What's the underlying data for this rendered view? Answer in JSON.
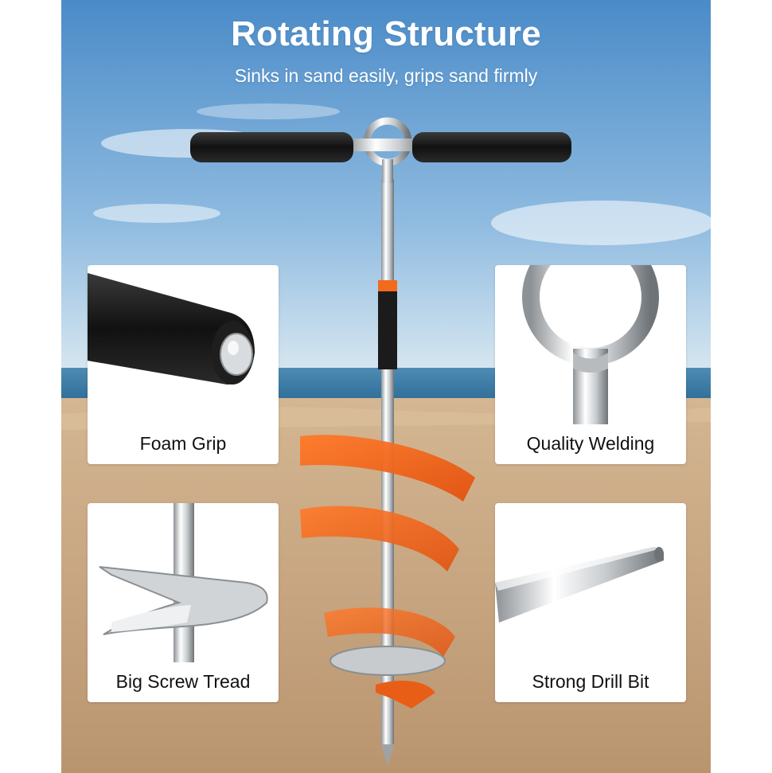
{
  "header": {
    "title": "Rotating Structure",
    "subtitle": "Sinks in sand easily, grips sand firmly"
  },
  "features": [
    {
      "label": "Foam Grip",
      "icon": "foam-grip-image"
    },
    {
      "label": "Quality Welding",
      "icon": "welded-eye-image"
    },
    {
      "label": "Big Screw Tread",
      "icon": "screw-tread-image"
    },
    {
      "label": "Strong Drill Bit",
      "icon": "drill-bit-image"
    }
  ],
  "colors": {
    "sky_top": "#4f8fcb",
    "sky_bottom": "#cfe1ee",
    "sea": "#3d7fa8",
    "sand": "#c9a986",
    "accent_orange": "#f26a1b",
    "grip_black": "#1a1a1a"
  }
}
